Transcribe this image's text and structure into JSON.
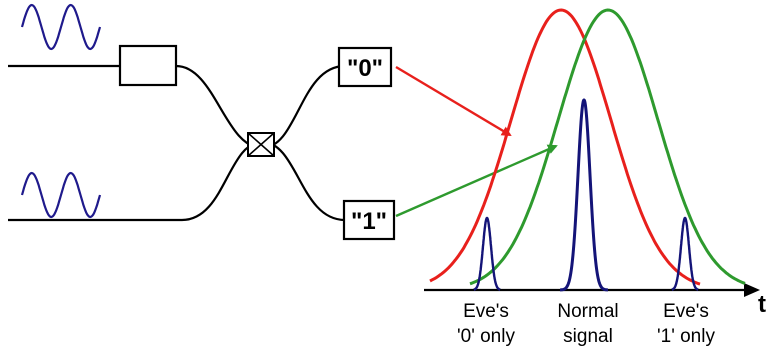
{
  "detectors": {
    "zero_label": "\"0\"",
    "one_label": "\"1\""
  },
  "axis": {
    "label": "t"
  },
  "labels": {
    "eve0_line1": "Eve's",
    "eve0_line2": "'0' only",
    "normal_line1": "Normal",
    "normal_line2": "signal",
    "eve1_line1": "Eve's",
    "eve1_line2": "'1' only"
  },
  "colors": {
    "wave": "#1f1a8c",
    "fiber": "#000000",
    "curve_zero": "#e8201c",
    "curve_one": "#2e9a2e",
    "pulse": "#141478"
  }
}
